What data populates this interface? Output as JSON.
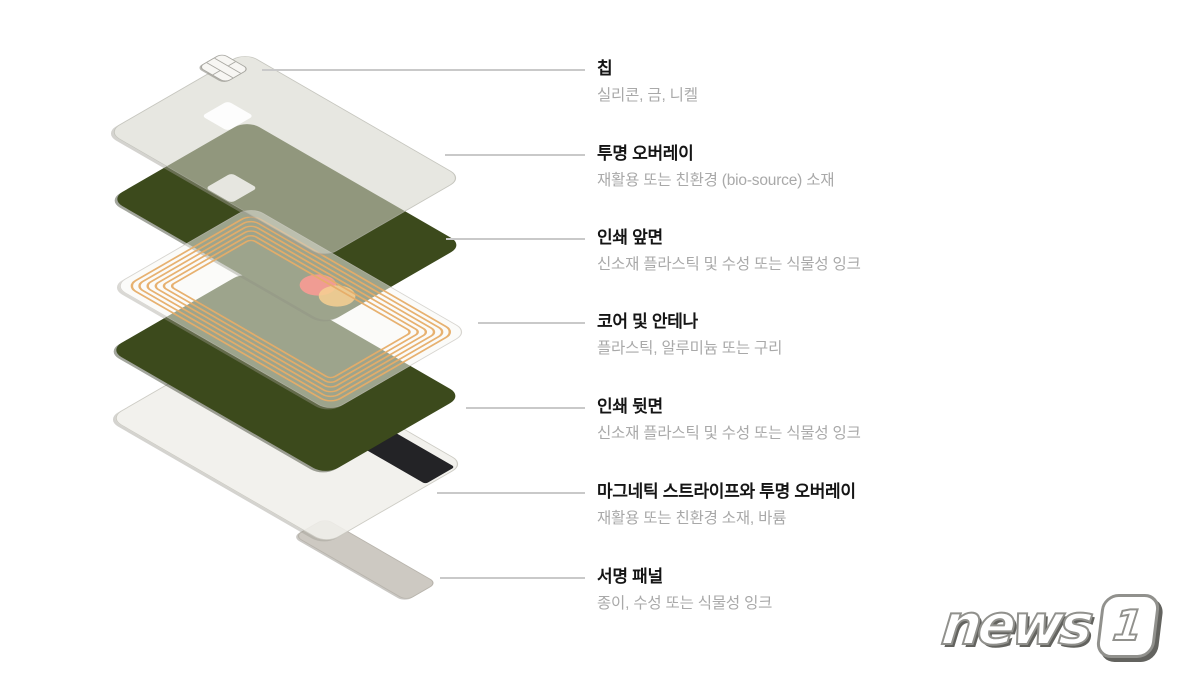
{
  "callouts": [
    {
      "title": "칩",
      "desc": "실리콘, 금, 니켈"
    },
    {
      "title": "투명 오버레이",
      "desc": "재활용 또는 친환경 (bio-source) 소재"
    },
    {
      "title": "인쇄 앞면",
      "desc": "신소재 플라스틱 및 수성 또는 식물성 잉크"
    },
    {
      "title": "코어 및 안테나",
      "desc": "플라스틱, 알루미늄 또는 구리"
    },
    {
      "title": "인쇄 뒷면",
      "desc": "신소재 플라스틱 및 수성 또는 식물성 잉크"
    },
    {
      "title": "마그네틱 스트라이프와 투명 오버레이",
      "desc": "재활용 또는 친환경 소재, 바륨"
    },
    {
      "title": "서명 패널",
      "desc": "종이, 수성 또는 식물성 잉크"
    }
  ],
  "logo": {
    "word": "news",
    "numeral": "1"
  },
  "colors": {
    "card_green": "#3c4a1c",
    "overlay_gray": "#e9e8e4",
    "antenna_trace": "#e6ad68",
    "mastercard_red": "#e8392b",
    "mastercard_orange": "#f2a229",
    "magstripe_black": "#232326",
    "signature_panel": "#cdc9c2",
    "leader_line": "#c9c9c9",
    "title_text": "#151515",
    "desc_text": "#a9a9a9"
  }
}
